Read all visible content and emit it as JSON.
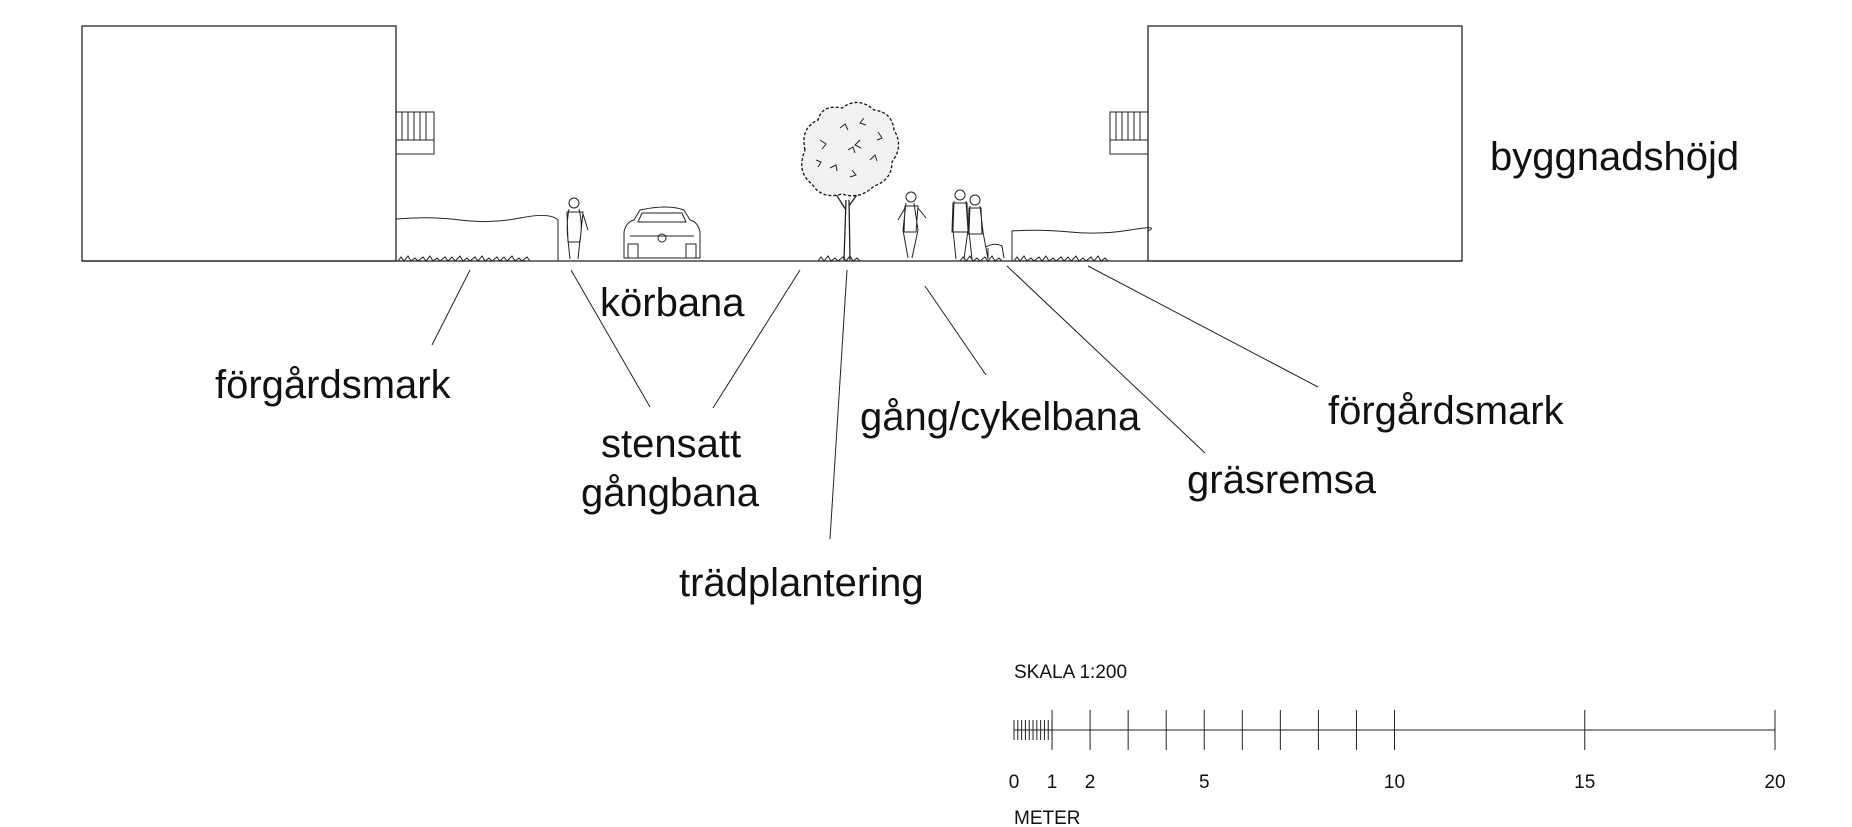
{
  "labels": {
    "building_height": "byggnadshöjd",
    "carriageway": "körbana",
    "front_yard_left": "förgårdsmark",
    "paved_sidewalk_line1": "stensatt",
    "paved_sidewalk_line2": "gångbana",
    "tree_planting": "trädplantering",
    "walk_cycle_path": "gång/cykelbana",
    "grass_strip": "gräsremsa",
    "front_yard_right": "förgårdsmark"
  },
  "scale": {
    "title": "SKALA 1:200",
    "unit": "METER",
    "tick_labels": [
      "0",
      "1",
      "2",
      "5",
      "10",
      "15",
      "20"
    ],
    "max_meters": 20
  }
}
